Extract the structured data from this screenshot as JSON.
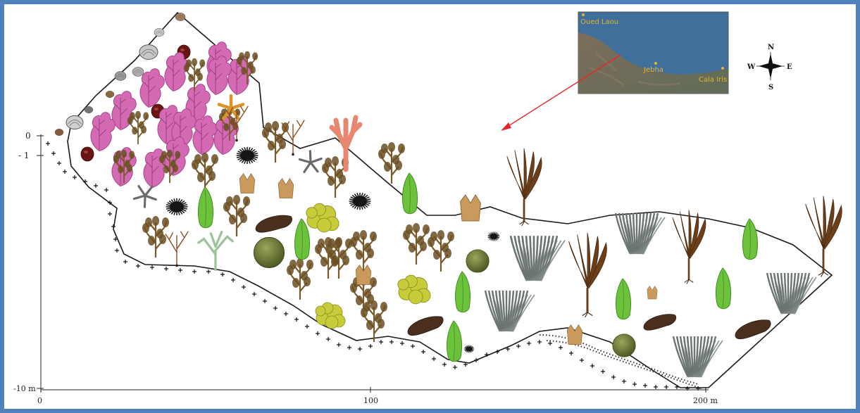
{
  "frame_color": "#4f81bd",
  "depth_axis": {
    "labels": [
      "0",
      "- 1",
      "-10 m"
    ]
  },
  "distance_axis": {
    "labels": [
      "0",
      "100",
      "200 m"
    ]
  },
  "inset_map": {
    "locations": [
      "Oued Laou",
      "Jebha",
      "Cala Iris"
    ],
    "label_color": "#e8b42c",
    "water_color": "#3f6f9a",
    "arrow_color": "#e8262a"
  },
  "compass": {
    "north": "N",
    "south": "S",
    "east": "E",
    "west": "W"
  },
  "colors": {
    "pink_coralline": "#d46ab3",
    "brown_algae": "#7a5a2a",
    "green_algae": "#6cc23a",
    "kelp": "#6b3f1a",
    "seagrass": "#6b7470",
    "sponge_yellow": "#c8cc3a",
    "sea_cucumber": "#4a2e1e",
    "coral_orange": "#e88770"
  }
}
